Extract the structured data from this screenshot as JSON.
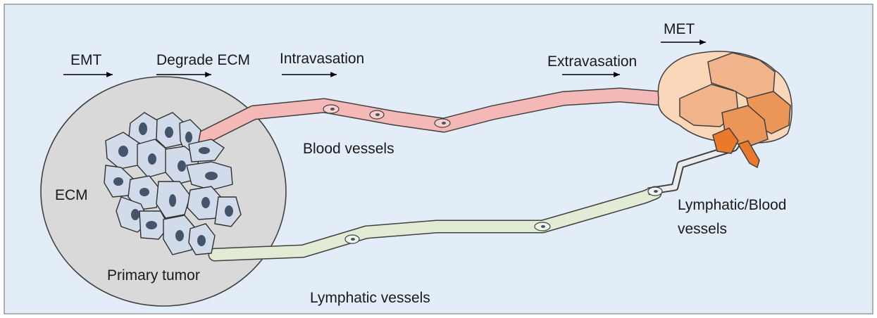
{
  "steps": {
    "emt": "EMT",
    "degrade_ecm": "Degrade ECM",
    "intravasation": "Intravasation",
    "extravasation": "Extravasation",
    "met": "MET"
  },
  "labels": {
    "ecm": "ECM",
    "primary_tumor": "Primary tumor",
    "blood_vessels": "Blood vessels",
    "lymphatic_vessels": "Lymphatic vessels",
    "lymphatic_blood_line1": "Lymphatic/Blood",
    "lymphatic_blood_line2": "vessels"
  },
  "colors": {
    "background": "#e2edf8",
    "ecm_fill": "#d9d9d9",
    "tumor_cell": "#d2dbea",
    "nucleus": "#44546a",
    "blood_vessel": "#f4b8b6",
    "lymphatic_vessel": "#e2ecd4",
    "shared_vessel": "#ececec",
    "organ_light": "#fad7b9",
    "organ_mid": "#f2b48a",
    "organ_dark": "#eb9559",
    "organ_stem": "#e97a2c"
  }
}
